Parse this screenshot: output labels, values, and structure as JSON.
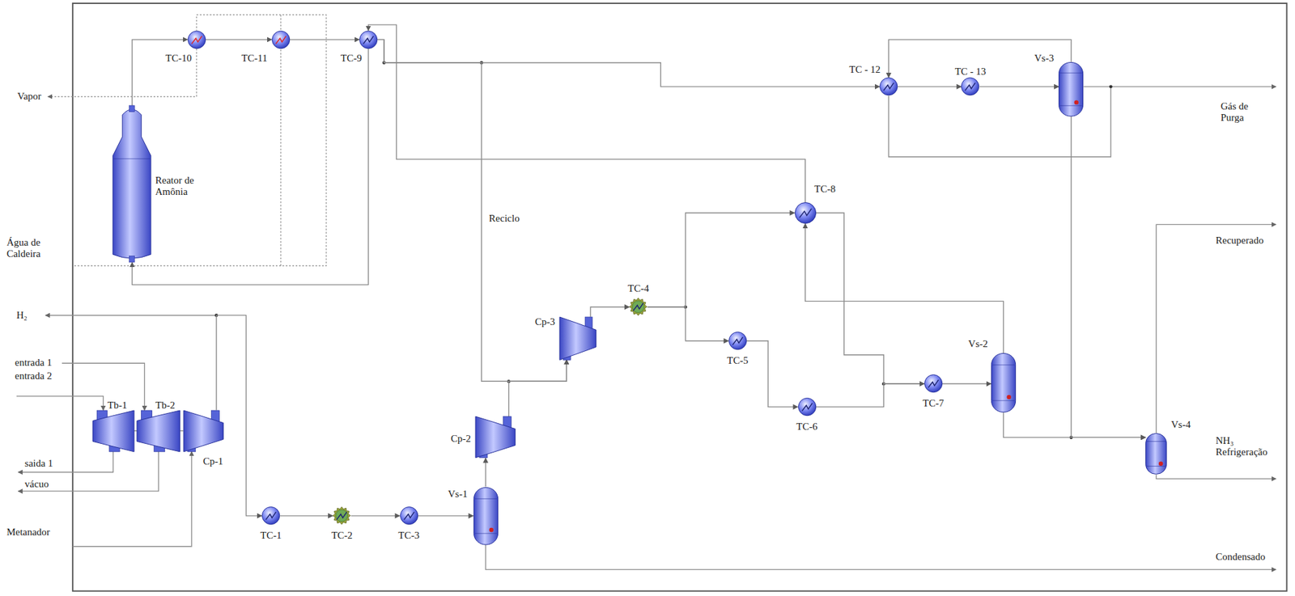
{
  "diagram": {
    "nodes": [
      {
        "text": [
          "Reator de Amônia"
        ]
      },
      {
        "text": [
          "TC-10"
        ]
      },
      {
        "text": [
          "TC-11"
        ]
      },
      {
        "text": [
          "TC-9"
        ]
      },
      {
        "text": [
          "TC - 12"
        ]
      },
      {
        "text": [
          "TC - 13"
        ]
      },
      {
        "text": [
          "Vs-3"
        ]
      },
      {
        "text": [
          "TC-8"
        ]
      },
      {
        "text": [
          "TC-4"
        ]
      },
      {
        "text": [
          "Cp-3"
        ]
      },
      {
        "text": [
          "TC-5"
        ]
      },
      {
        "text": [
          "TC-6"
        ]
      },
      {
        "text": [
          "TC-7"
        ]
      },
      {
        "text": [
          "Vs-2"
        ]
      },
      {
        "text": [
          "Vs-4"
        ]
      },
      {
        "text": [
          "Tb-1"
        ]
      },
      {
        "text": [
          "Tb-2"
        ]
      },
      {
        "text": [
          "Cp-1"
        ]
      },
      {
        "text": [
          "Cp-2"
        ]
      },
      {
        "text": [
          "TC-1"
        ]
      },
      {
        "text": [
          "TC-2"
        ]
      },
      {
        "text": [
          "TC-3"
        ]
      },
      {
        "text": [
          "Vs-1"
        ]
      }
    ],
    "edges": [
      {
        "from": 0,
        "to": 1,
        "arrow": "to"
      },
      {
        "from": 1,
        "to": 2,
        "arrow": "to"
      },
      {
        "from": 2,
        "to": 3,
        "arrow": "to"
      },
      {
        "from": 3,
        "to": 0,
        "arrow": "to"
      },
      {
        "from": 3,
        "to": 4,
        "arrow": "to"
      },
      {
        "from": 3,
        "to": 9,
        "arrow": "to"
      },
      {
        "from": 4,
        "to": 5,
        "arrow": "to"
      },
      {
        "from": 5,
        "to": 6,
        "arrow": "to"
      },
      {
        "from": 6,
        "to": 4,
        "arrow": "to"
      },
      {
        "from": 6,
        "to": 14,
        "arrow": "to"
      },
      {
        "from": 7,
        "to": 3,
        "arrow": "to"
      },
      {
        "from": 8,
        "to": 7,
        "arrow": "to"
      },
      {
        "from": 8,
        "to": 10,
        "arrow": "to"
      },
      {
        "from": 10,
        "to": 11,
        "arrow": "to"
      },
      {
        "from": 11,
        "to": 12,
        "arrow": "to"
      },
      {
        "from": 7,
        "to": 12,
        "arrow": "to"
      },
      {
        "from": 12,
        "to": 13,
        "arrow": "to"
      },
      {
        "from": 13,
        "to": 7,
        "arrow": "to"
      },
      {
        "from": 13,
        "to": 14,
        "arrow": "to"
      },
      {
        "from": 9,
        "to": 8,
        "arrow": "to"
      },
      {
        "from": 18,
        "to": 9,
        "arrow": "to"
      },
      {
        "from": 15,
        "to": 16,
        "arrow": "none"
      },
      {
        "from": 16,
        "to": 17,
        "arrow": "none"
      },
      {
        "from": 17,
        "to": 19,
        "arrow": "to"
      },
      {
        "from": 19,
        "to": 20,
        "arrow": "to"
      },
      {
        "from": 20,
        "to": 21,
        "arrow": "to"
      },
      {
        "from": 21,
        "to": 22,
        "arrow": "to"
      },
      {
        "from": 22,
        "to": 18,
        "arrow": "to"
      }
    ],
    "labels": [
      "Vapor",
      "Água de Caldeira",
      "H₂",
      "entrada 1",
      "entrada 2",
      "saida 1",
      "vácuo",
      "Metanador",
      "Reciclo",
      "Gás de Purga",
      "Recuperado",
      "NH₃ Refrigeração",
      "Condensado"
    ]
  }
}
